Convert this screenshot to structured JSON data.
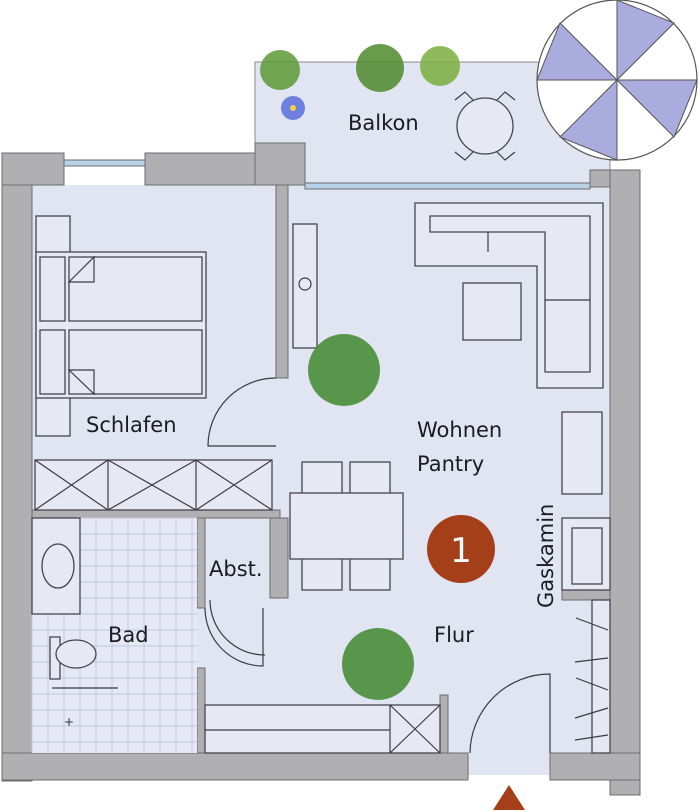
{
  "rooms": {
    "balkon": "Balkon",
    "schlafen": "Schlafen",
    "wohnen": "Wohnen",
    "pantry": "Pantry",
    "abst": "Abst.",
    "bad": "Bad",
    "flur": "Flur",
    "gaskamin": "Gaskamin"
  },
  "unit_badge": "1",
  "colors": {
    "badge": "#a43f1a",
    "entrance": "#a43f1a",
    "wall": "#b0b0b2",
    "floor": "#e1e4f1",
    "umbrella": "#a9acdc"
  }
}
